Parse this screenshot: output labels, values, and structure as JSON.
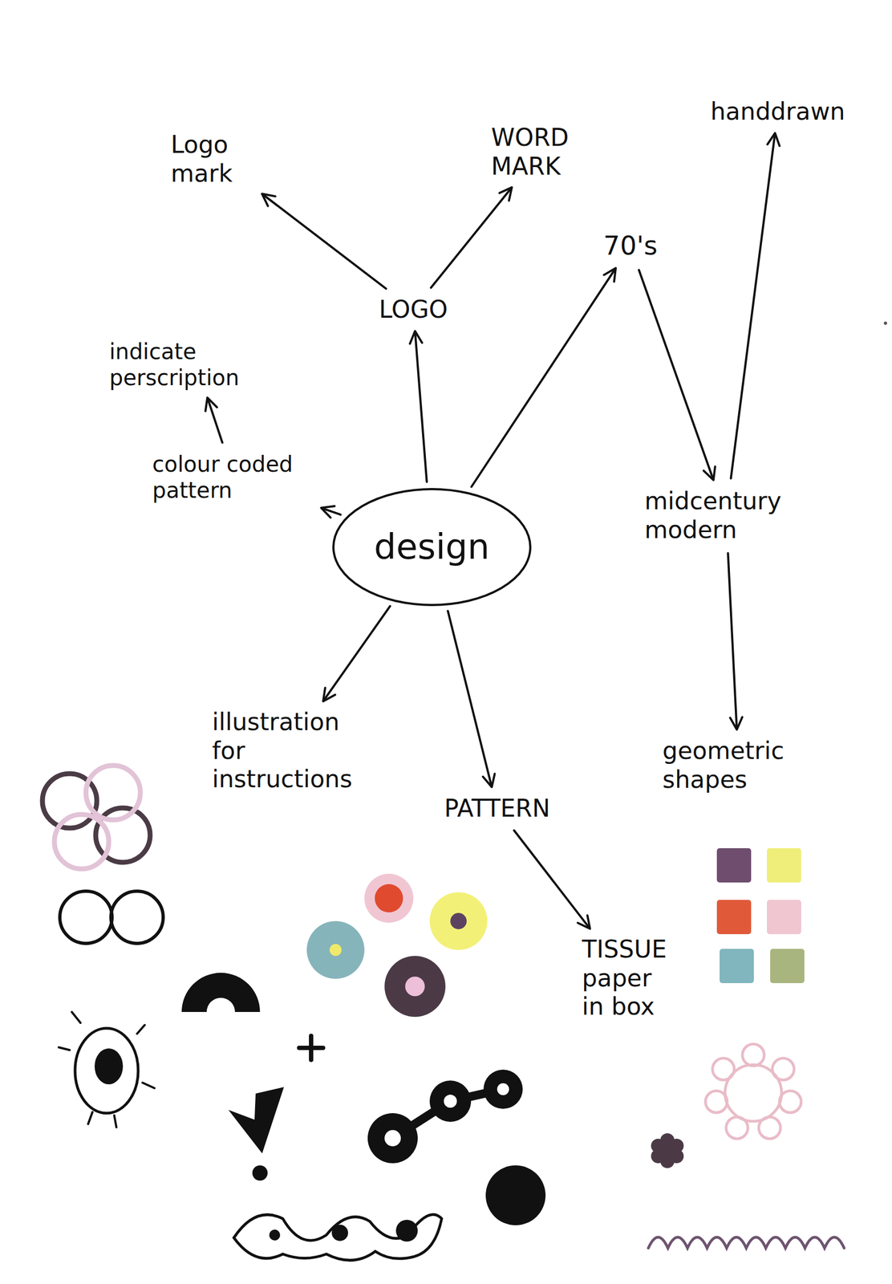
{
  "diagram": {
    "nodes": [
      {
        "text": [
          "Logo mark"
        ]
      },
      {
        "text": [
          "WORD MARK"
        ]
      },
      {
        "text": [
          "handdrawn"
        ]
      },
      {
        "text": [
          "70's"
        ]
      },
      {
        "text": [
          "LOGO"
        ]
      },
      {
        "text": [
          "indicate perscription"
        ]
      },
      {
        "text": [
          "colour coded pattern"
        ]
      },
      {
        "text": [
          "design"
        ]
      },
      {
        "text": [
          "midcentury modern"
        ]
      },
      {
        "text": [
          "illustration for instructions"
        ]
      },
      {
        "text": [
          "PATTERN"
        ]
      },
      {
        "text": [
          "geometric shapes"
        ]
      },
      {
        "text": [
          "TISSUE paper in box"
        ]
      }
    ],
    "edges": [
      {
        "from": 7,
        "to": 4,
        "arrow": "to"
      },
      {
        "from": 4,
        "to": 0,
        "arrow": "to"
      },
      {
        "from": 4,
        "to": 1,
        "arrow": "to"
      },
      {
        "from": 7,
        "to": 3,
        "arrow": "to"
      },
      {
        "from": 3,
        "to": 8,
        "arrow": "to"
      },
      {
        "from": 8,
        "to": 2,
        "arrow": "to"
      },
      {
        "from": 7,
        "to": 6,
        "arrow": "to"
      },
      {
        "from": 6,
        "to": 5,
        "arrow": "to"
      },
      {
        "from": 7,
        "to": 9,
        "arrow": "to"
      },
      {
        "from": 7,
        "to": 10,
        "arrow": "to"
      },
      {
        "from": 10,
        "to": 12,
        "arrow": "to"
      },
      {
        "from": 8,
        "to": 11,
        "arrow": "to"
      }
    ]
  }
}
